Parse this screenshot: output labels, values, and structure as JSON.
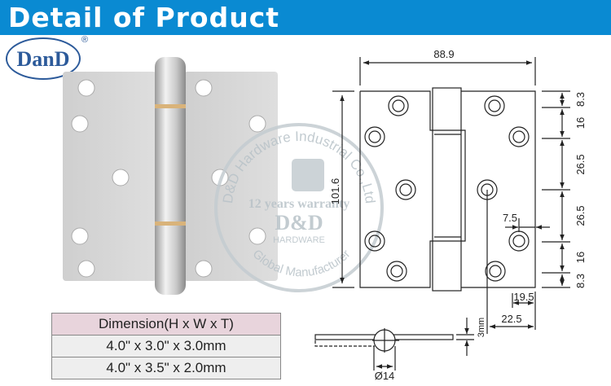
{
  "header": {
    "title": "Detail of Product",
    "color": "#0a8ad2"
  },
  "logo": {
    "text": "DanD",
    "registered": "®",
    "color": "#2c5a9a"
  },
  "watermark": {
    "top_arc": "D&D Hardware Industrial Co.,Ltd",
    "bottom_arc": "Global Manufacturer",
    "warranty": "12 years warranty",
    "brand": "D&D",
    "sub": "HARDWARE"
  },
  "drawing": {
    "width_label": "88.9",
    "height_label": "101.6",
    "right_dims": [
      "8.3",
      "16",
      "26.5",
      "26.5",
      "16",
      "8.3"
    ],
    "edge_offset": "7.5",
    "bottom_dims": [
      "19.5",
      "22.5"
    ],
    "thickness": "3mm",
    "pin_diameter": "Ø14"
  },
  "table": {
    "header": "Dimension(H x W x T)",
    "rows": [
      "4.0\" x 3.0\" x 3.0mm",
      "4.0\" x 3.5\" x 2.0mm"
    ]
  }
}
